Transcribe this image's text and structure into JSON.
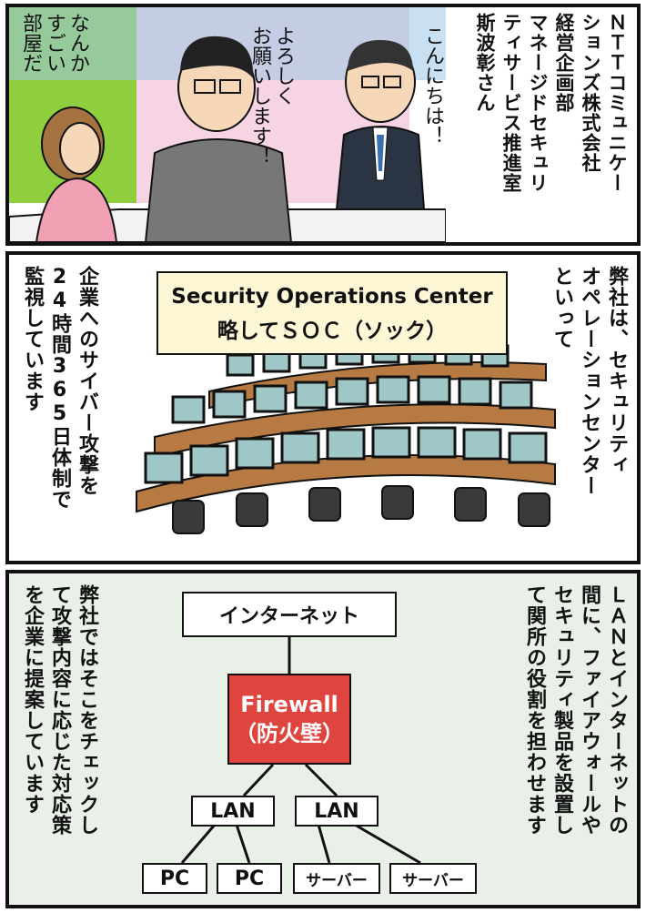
{
  "panel1": {
    "narration": [
      "ＮＴＴコミュニケー",
      "ションズ株式会社",
      "経営企画部",
      "マネージドセキュリ",
      "ティサービス推進室",
      "斯波彰さん"
    ],
    "speech_right": "こんにちは！",
    "speech_middle": [
      "よろしく",
      "お願いします！"
    ],
    "speech_left": [
      "なんか",
      "すごい",
      "部屋だ"
    ]
  },
  "panel2": {
    "narration_right": [
      "弊社は、セキュリティ",
      "オペレーションセンター",
      "といって"
    ],
    "caption_line1": "Security Operations Center",
    "caption_line2": "略してＳＯＣ（ソック）",
    "narration_left": [
      "企業へのサイバー攻撃を",
      "24時間365日体制で",
      "監視しています"
    ]
  },
  "panel3": {
    "narration_right": [
      "ＬＡＮとインターネットの",
      "間に、ファイアウォールや",
      "セキュリティ製品を設置し",
      "て関所の役割を担わせます"
    ],
    "narration_left": [
      "弊社ではそこをチェックし",
      "て攻撃内容に応じた対応策",
      "を企業に提案しています"
    ],
    "diagram": {
      "internet": "インターネット",
      "firewall_line1": "Firewall",
      "firewall_line2": "（防火壁）",
      "lan_left": "LAN",
      "lan_right": "LAN",
      "pc1": "PC",
      "pc2": "PC",
      "server1": "サーバー",
      "server2": "サーバー"
    }
  },
  "colors": {
    "firewall": "#e0443e",
    "caption_bg": "#fdf7d6",
    "panel3_bg": "#e8f0e8"
  }
}
